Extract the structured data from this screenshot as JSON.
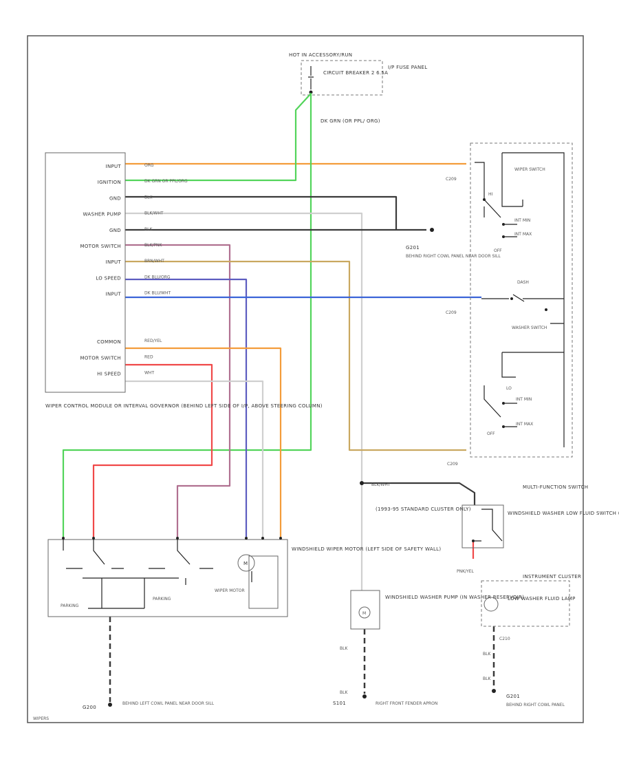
{
  "colors": {
    "orange": "#f39c3a",
    "green": "#52d45a",
    "dark_gray": "#3a3a3a",
    "mauve": "#b07090",
    "tan": "#c9a860",
    "purple": "#5c5cc0",
    "blue": "#3a63d8",
    "red": "#f04848",
    "light_gray": "#cfcfcf",
    "frame": "#555555"
  },
  "diagram": {
    "fuse_panel": {
      "header": "HOT IN ACCESSORY/RUN",
      "breaker": "CIRCUIT BREAKER 2 6.5A",
      "location": "I/P FUSE PANEL",
      "wire": "DK GRN (OR PPL/ ORG)"
    },
    "module": {
      "pins": [
        "INPUT",
        "IGNITION",
        "GND",
        "WASHER PUMP",
        "GND",
        "MOTOR SWITCH",
        "INPUT",
        "LO SPEED",
        "INPUT",
        "",
        "",
        "COMMON",
        "MOTOR SWITCH",
        "HI SPEED"
      ],
      "pin_wires": [
        "ORG",
        "DK GRN OR PPL/ORG",
        "BLK",
        "BLK/WHT",
        "BLK",
        "BLK/PNK",
        "BRN/WHT",
        "DK BLU/ORG",
        "DK BLU/WHT",
        "",
        "",
        "RED/YEL",
        "RED",
        "WHT"
      ],
      "name": "WIPER CONTROL MODULE OR INTERVAL GOVERNOR (BEHIND LEFT SIDE OF I/P, ABOVE STEERING COLUMN)"
    },
    "switch": {
      "label": "MULTI-FUNCTION SWITCH",
      "wiper_switch": "WIPER SWITCH",
      "hi": "HI",
      "lo": "LO",
      "off": "OFF",
      "int_min": "INT MIN",
      "int_max": "INT MAX",
      "dash": "DASH",
      "washer": "WASHER SWITCH",
      "connector": "C209"
    },
    "ground_g201": {
      "name": "G201",
      "location": "BEHIND RIGHT COWL PANEL NEAR DOOR SILL"
    },
    "motor": {
      "name": "WINDSHIELD WIPER MOTOR (LEFT SIDE OF SAFETY WALL)",
      "parking": "PARKING",
      "wiper_motor": "WIPER MOTOR"
    },
    "pump": {
      "name": "WINDSHIELD WASHER PUMP (IN WASHER RESERVOIR)",
      "note": "(1993-95 STANDARD CLUSTER ONLY)",
      "wire": "BLK/WHT"
    },
    "fluid_switch": {
      "name": "WINDSHIELD WASHER LOW FLUID SWITCH (IN WASHER RESERVOIR)",
      "wire": "PNK/YEL"
    },
    "cluster": {
      "name": "INSTRUMENT CLUSTER",
      "lamp": "LOW WASHER FLUID LAMP",
      "connector": "C210"
    },
    "grounds": {
      "g200": "G200",
      "g200_loc": "BEHIND LEFT COWL PANEL NEAR DOOR SILL",
      "s101": "S101",
      "s101_loc": "RIGHT FRONT FENDER APRON",
      "g201": "G201",
      "g201_loc": "BEHIND RIGHT COWL PANEL",
      "blk": "BLK"
    },
    "footer": "WIPERS"
  }
}
